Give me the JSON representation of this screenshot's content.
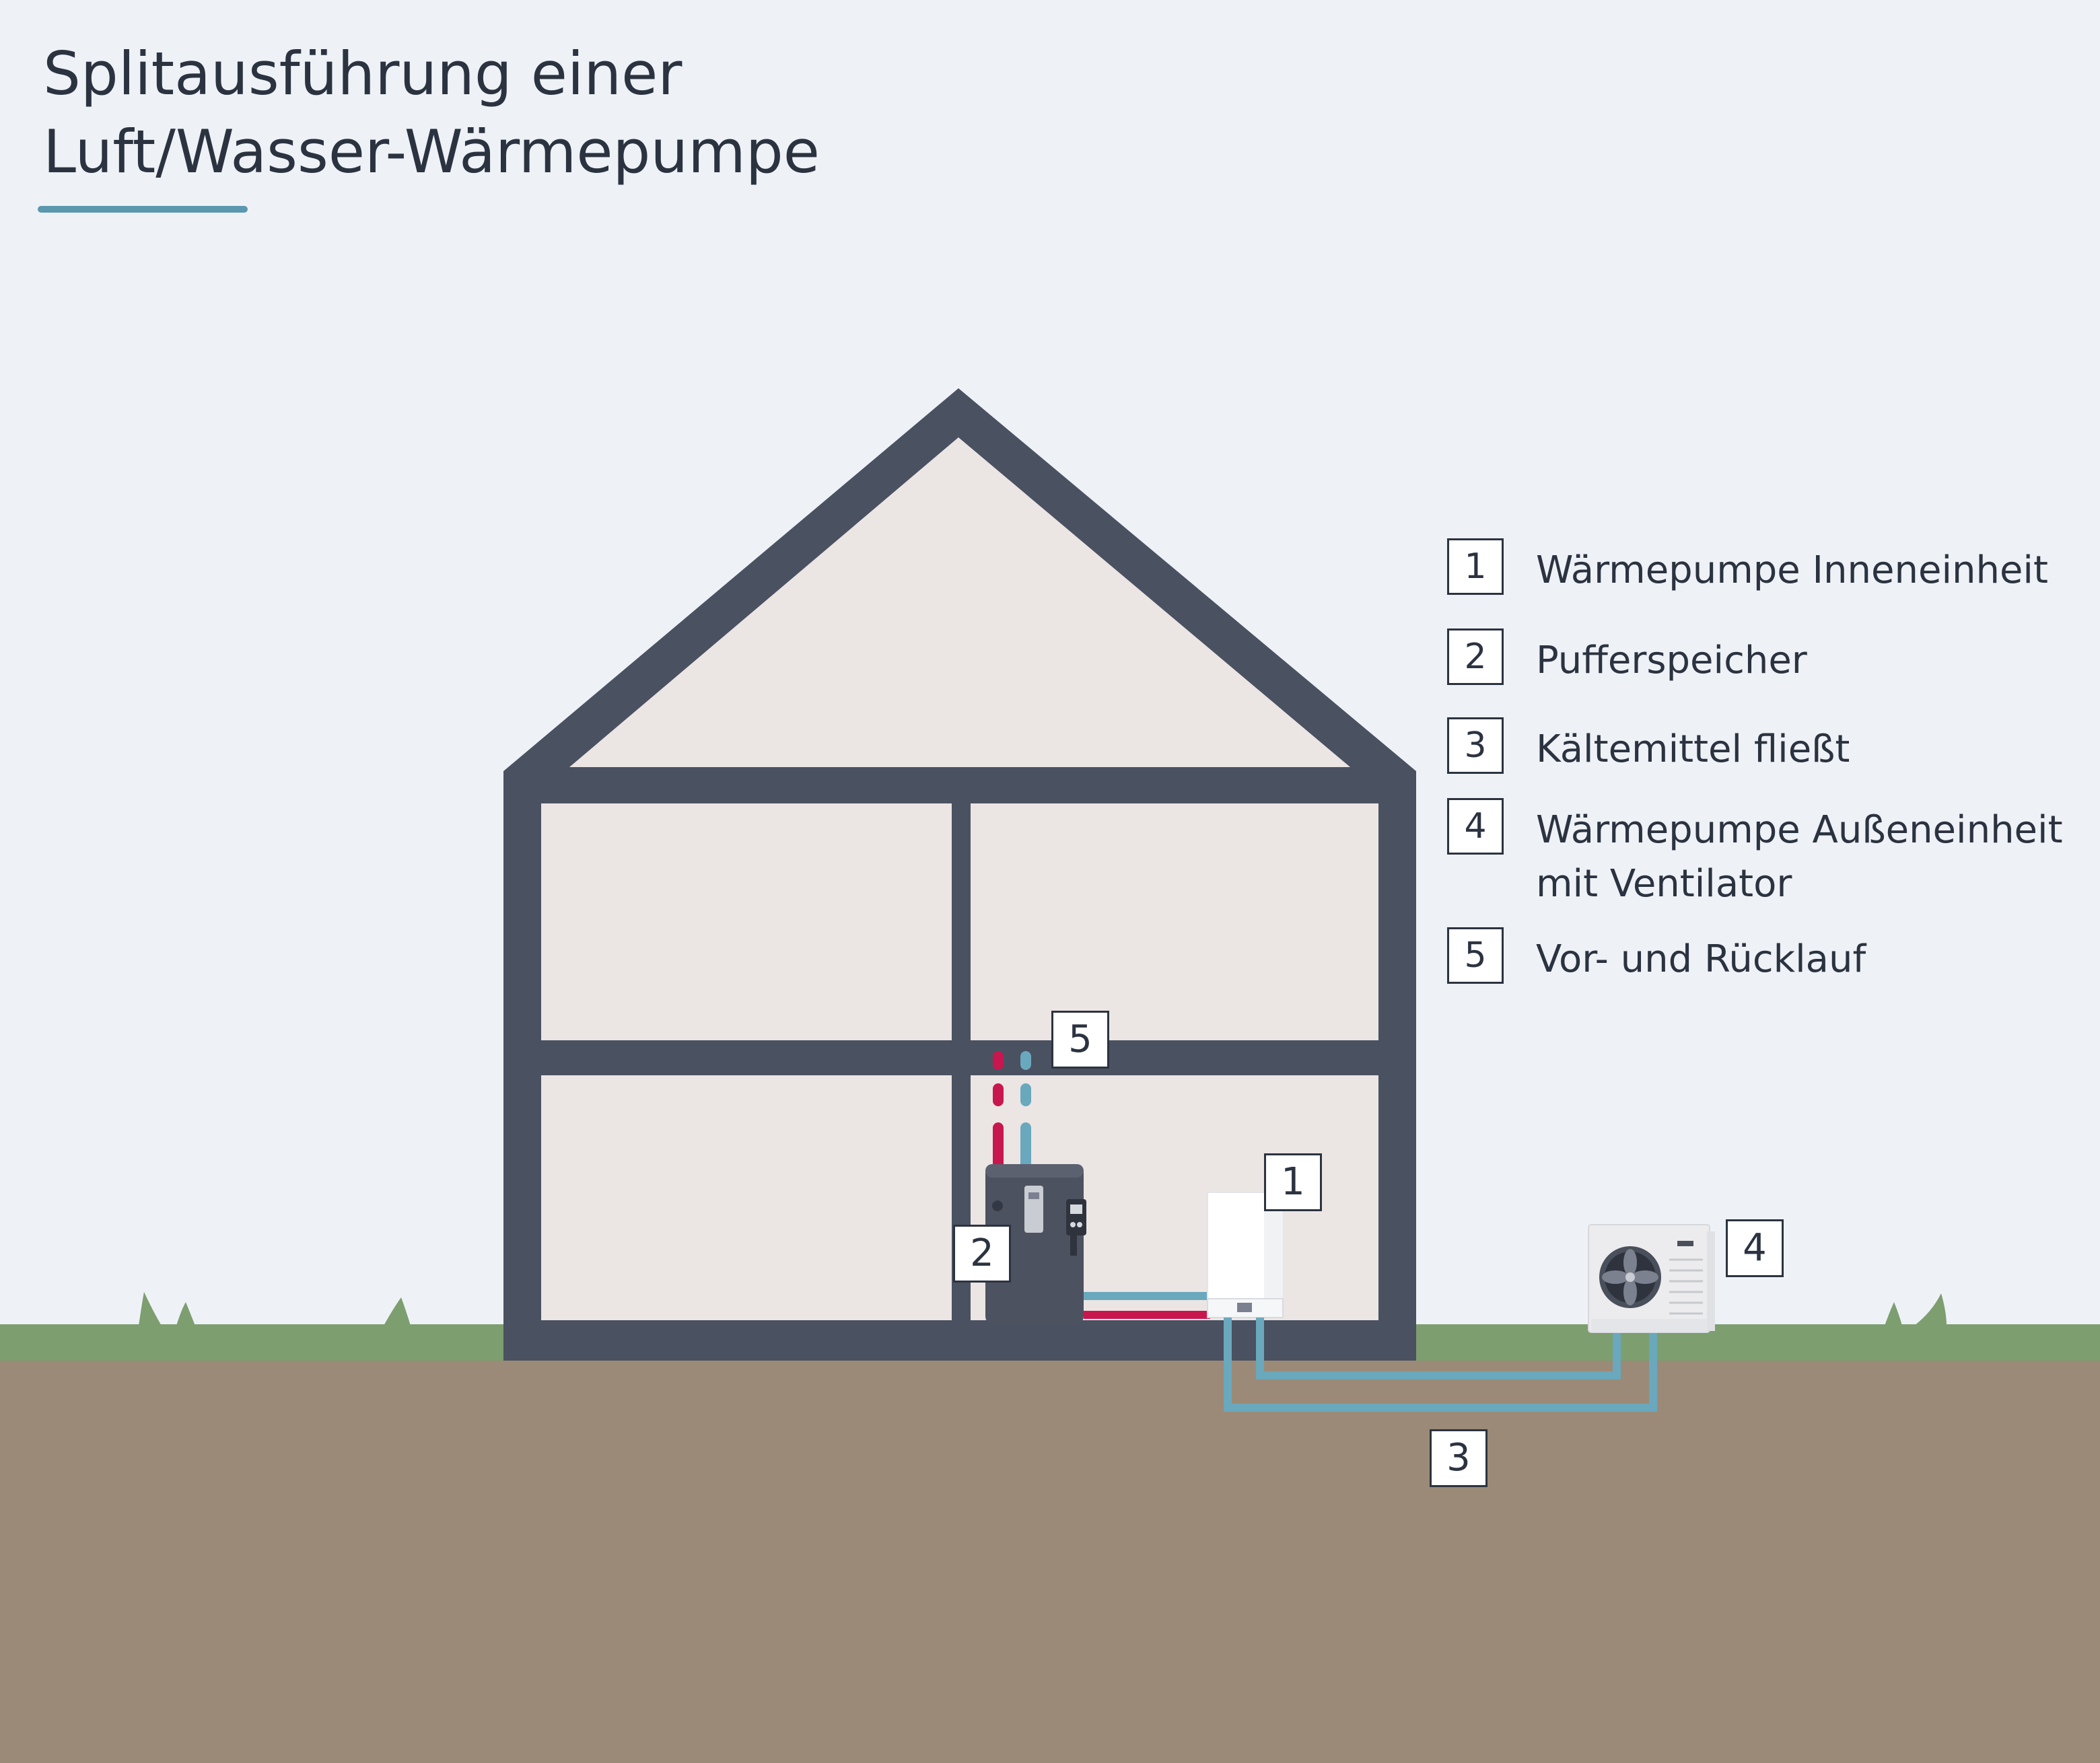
{
  "title": {
    "line1": "Splitausführung einer",
    "line2": "Luft/Wasser-Wärmepumpe"
  },
  "legend": [
    {
      "number": "1",
      "lines": [
        "Wärmepumpe Inneneinheit"
      ]
    },
    {
      "number": "2",
      "lines": [
        "Pufferspeicher"
      ]
    },
    {
      "number": "3",
      "lines": [
        "Kältemittel fließt"
      ]
    },
    {
      "number": "4",
      "lines": [
        "Wärmepumpe Außeneinheit",
        "mit Ventilator"
      ]
    },
    {
      "number": "5",
      "lines": [
        "Vor- und Rücklauf"
      ]
    }
  ],
  "callouts": {
    "indoor_unit": "1",
    "buffer_tank": "2",
    "refrigerant": "3",
    "outdoor_unit": "4",
    "supply_return": "5"
  },
  "colors": {
    "sky": "#eef2f7",
    "house_frame": "#4a5161",
    "room_fill": "#ebe5e4",
    "grass": "#7d9e6f",
    "soil": "#9b8a77",
    "flow_red": "#c8174e",
    "return_blue": "#6aa8bd",
    "accent_underline": "#5b97ae"
  }
}
